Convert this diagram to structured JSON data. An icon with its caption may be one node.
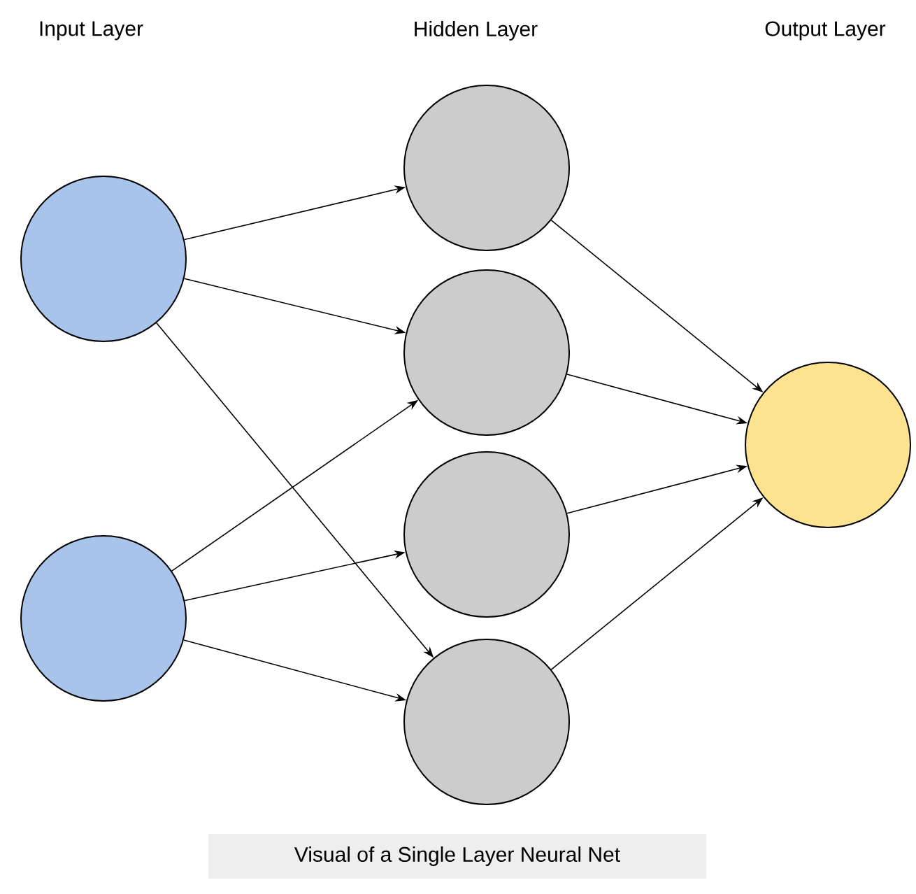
{
  "diagram": {
    "caption": "Visual of a Single Layer Neural Net",
    "nodes": [
      {
        "text": [],
        "shape": "circle"
      },
      {
        "text": [],
        "shape": "circle"
      },
      {
        "text": [],
        "shape": "circle"
      },
      {
        "text": [],
        "shape": "circle"
      },
      {
        "text": [],
        "shape": "circle"
      },
      {
        "text": [],
        "shape": "circle"
      },
      {
        "text": [],
        "shape": "circle"
      }
    ],
    "edges": [
      {
        "from": 0,
        "to": 2,
        "arrow": "to"
      },
      {
        "from": 0,
        "to": 3,
        "arrow": "to"
      },
      {
        "from": 0,
        "to": 5,
        "arrow": "to"
      },
      {
        "from": 1,
        "to": 3,
        "arrow": "to"
      },
      {
        "from": 1,
        "to": 4,
        "arrow": "to"
      },
      {
        "from": 1,
        "to": 5,
        "arrow": "to"
      },
      {
        "from": 2,
        "to": 6,
        "arrow": "to"
      },
      {
        "from": 3,
        "to": 6,
        "arrow": "to"
      },
      {
        "from": 4,
        "to": 6,
        "arrow": "to"
      },
      {
        "from": 5,
        "to": 6,
        "arrow": "to"
      }
    ],
    "labels": [
      "Input Layer",
      "Hidden Layer",
      "Output Layer"
    ]
  }
}
